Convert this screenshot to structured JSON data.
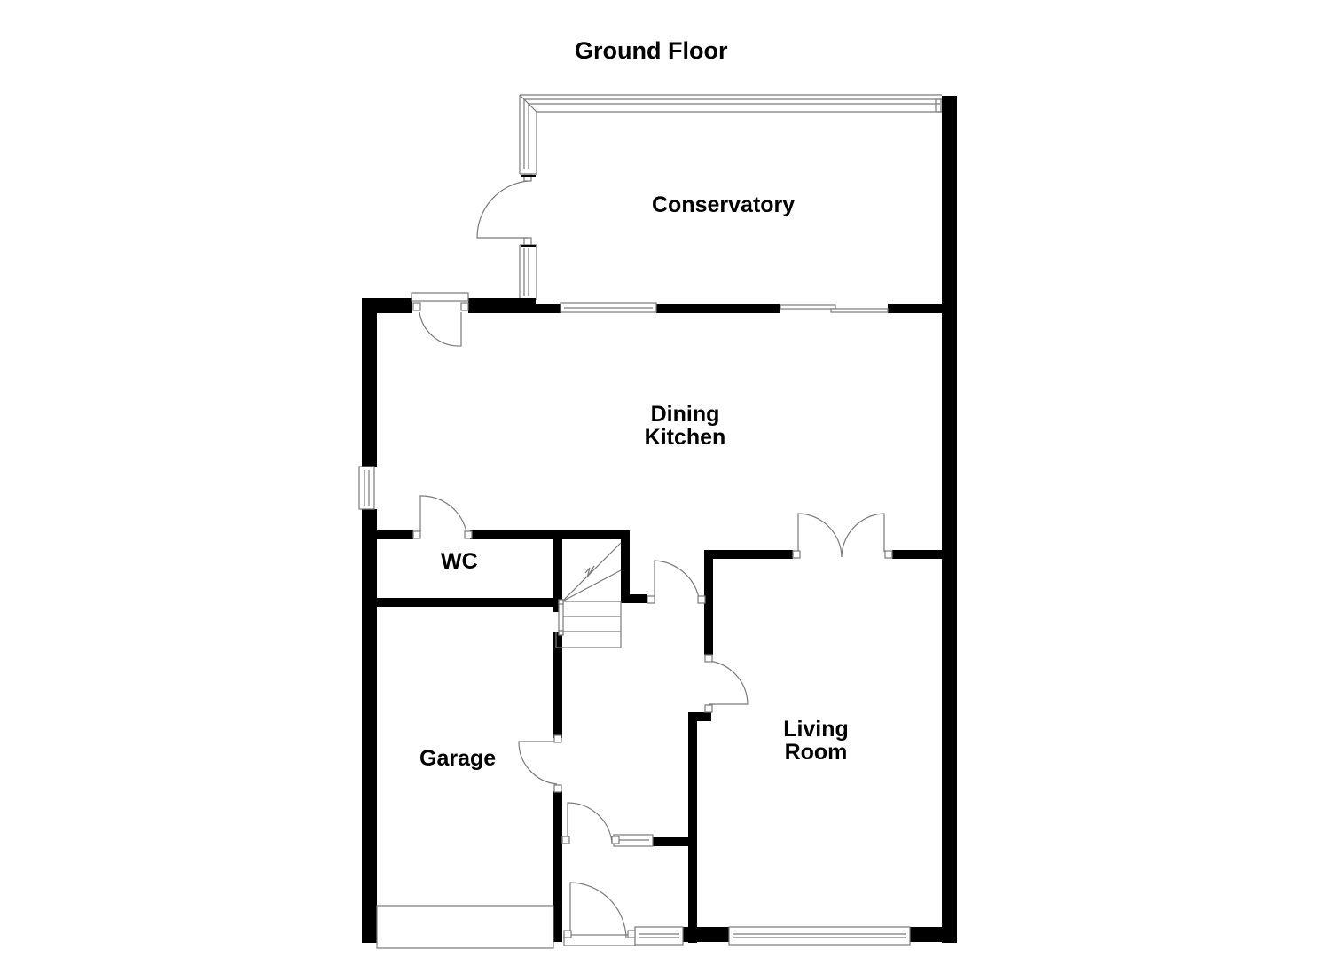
{
  "plan": {
    "title": "Ground Floor",
    "wall_color": "#000000",
    "fixture_color": "#7a7a7a",
    "background": "#ffffff"
  },
  "rooms": {
    "conservatory": {
      "label": "Conservatory"
    },
    "dining_kitchen": {
      "line1": "Dining",
      "line2": "Kitchen"
    },
    "wc": {
      "label": "WC"
    },
    "garage": {
      "label": "Garage"
    },
    "living_room": {
      "line1": "Living",
      "line2": "Room"
    }
  }
}
